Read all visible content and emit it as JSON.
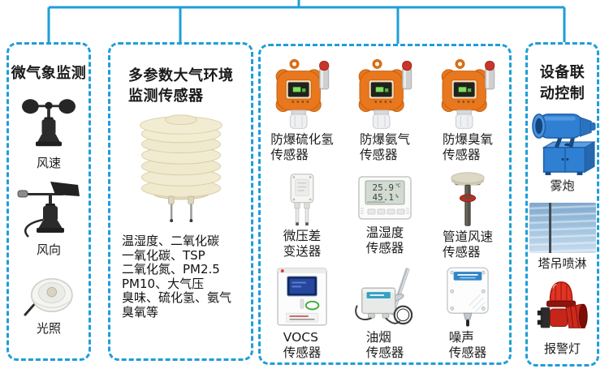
{
  "palette": {
    "connector_line": "#1f9ed8",
    "box_border": "#1f9ed8",
    "sensor_orange": "#e8771d",
    "machine_blue": "#2f7fd2",
    "alarm_red": "#d92f20"
  },
  "groups": {
    "micro_weather": {
      "title": "微气象监测",
      "items": [
        {
          "label": "风速"
        },
        {
          "label": "风向"
        },
        {
          "label": "光照"
        }
      ]
    },
    "multiparam": {
      "title_line1": "多参数大气环境",
      "title_line2": "监测传感器",
      "parameters": [
        "温湿度、二氧化碳",
        "一氧化碳、TSP",
        "二氧化氮、PM2.5",
        "PM10、大气压",
        "臭味、硫化氢、氨气",
        "臭氧等"
      ]
    },
    "sensors": {
      "items": [
        {
          "line1": "防爆硫化氢",
          "line2": "传感器"
        },
        {
          "line1": "防爆氨气",
          "line2": "传感器"
        },
        {
          "line1": "防爆臭氧",
          "line2": "传感器"
        },
        {
          "line1": "微压差",
          "line2": "变送器"
        },
        {
          "line1": "温湿度",
          "line2": "传感器"
        },
        {
          "line1": "管道风速",
          "line2": "传感器"
        },
        {
          "line1": "VOCS",
          "line2": "传感器"
        },
        {
          "line1": "油烟",
          "line2": "传感器"
        },
        {
          "line1": "噪声",
          "line2": "传感器"
        }
      ],
      "lcd": {
        "temperature": "25.9",
        "temp_unit": "℃",
        "humidity": "45.1",
        "hum_unit": "%"
      }
    },
    "linkage": {
      "title_line1": "设备联",
      "title_line2": "动控制",
      "items": [
        {
          "label": "雾炮"
        },
        {
          "label": "塔吊喷淋"
        },
        {
          "label": "报警灯"
        }
      ]
    }
  }
}
